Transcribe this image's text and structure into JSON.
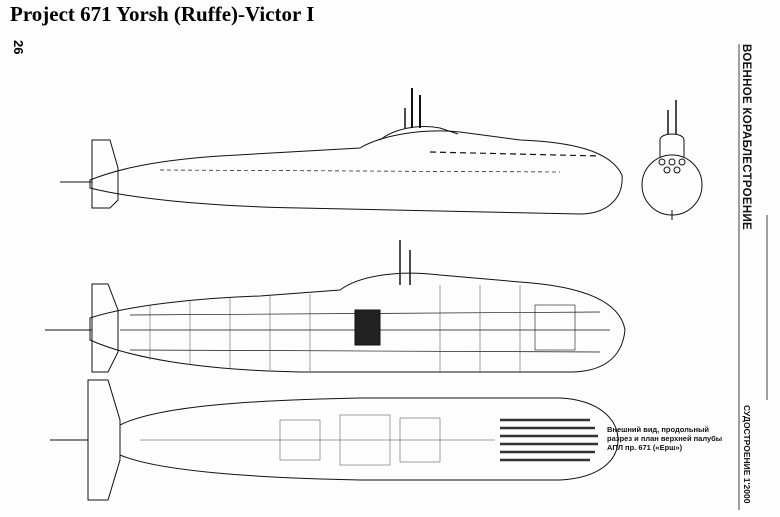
{
  "title": "Project 671 Yorsh (Ruffe)-Victor I",
  "page_number": "26",
  "magazine_section": "ВОЕННОЕ КОРАБЛЕСТРОЕНИЕ",
  "magazine_issue": "СУДОСТРОЕНИЕ 1'2000",
  "caption": {
    "line1": "Внешний вид, продольный",
    "line2": "разрез и план верхней палубы",
    "line3": "АПЛ пр. 671 («Ерш»)"
  }
}
